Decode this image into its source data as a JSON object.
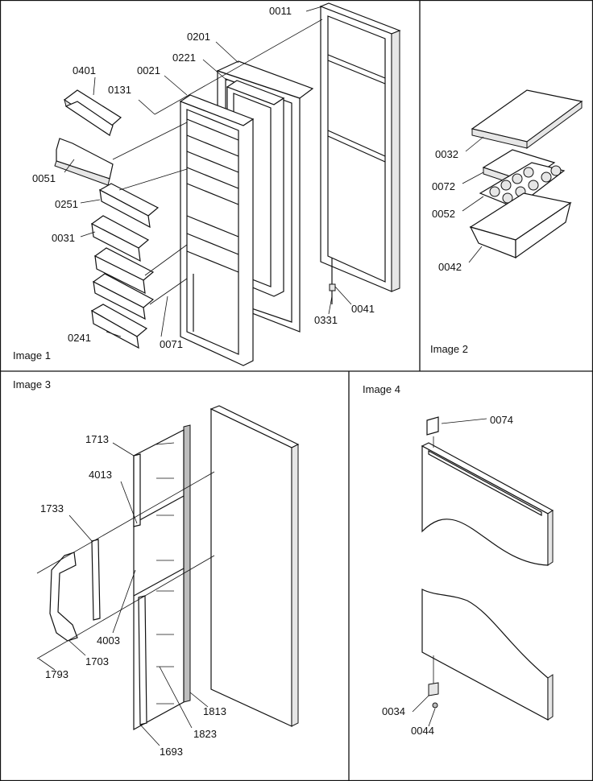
{
  "panels": [
    {
      "id": "image1",
      "caption": "Image 1"
    },
    {
      "id": "image2",
      "caption": "Image 2"
    },
    {
      "id": "image3",
      "caption": "Image 3"
    },
    {
      "id": "image4",
      "caption": "Image 4"
    }
  ],
  "callouts": {
    "image1": [
      "0011",
      "0201",
      "0221",
      "0021",
      "0131",
      "0401",
      "0051",
      "0251",
      "0031",
      "0241",
      "0071",
      "0331",
      "0041"
    ],
    "image2": [
      "0032",
      "0072",
      "0052",
      "0042"
    ],
    "image3": [
      "1713",
      "4013",
      "1733",
      "4003",
      "1703",
      "1793",
      "1813",
      "1823",
      "1693"
    ],
    "image4": [
      "0074",
      "0034",
      "0044"
    ]
  }
}
